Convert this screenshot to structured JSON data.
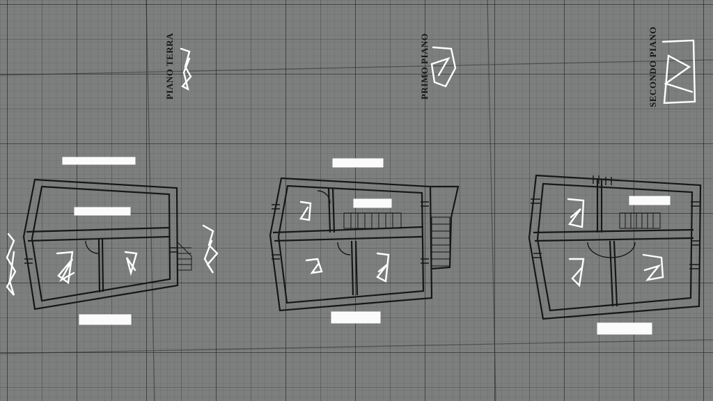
{
  "floors": [
    {
      "id": "ground",
      "label": "PIANO  TERRA"
    },
    {
      "id": "first",
      "label": "PRIMO PIANO"
    },
    {
      "id": "second",
      "label": "SECONDO PIANO"
    }
  ],
  "colors": {
    "paper": "#7d7f7e",
    "ink": "#161616",
    "redaction": "#ffffff"
  }
}
